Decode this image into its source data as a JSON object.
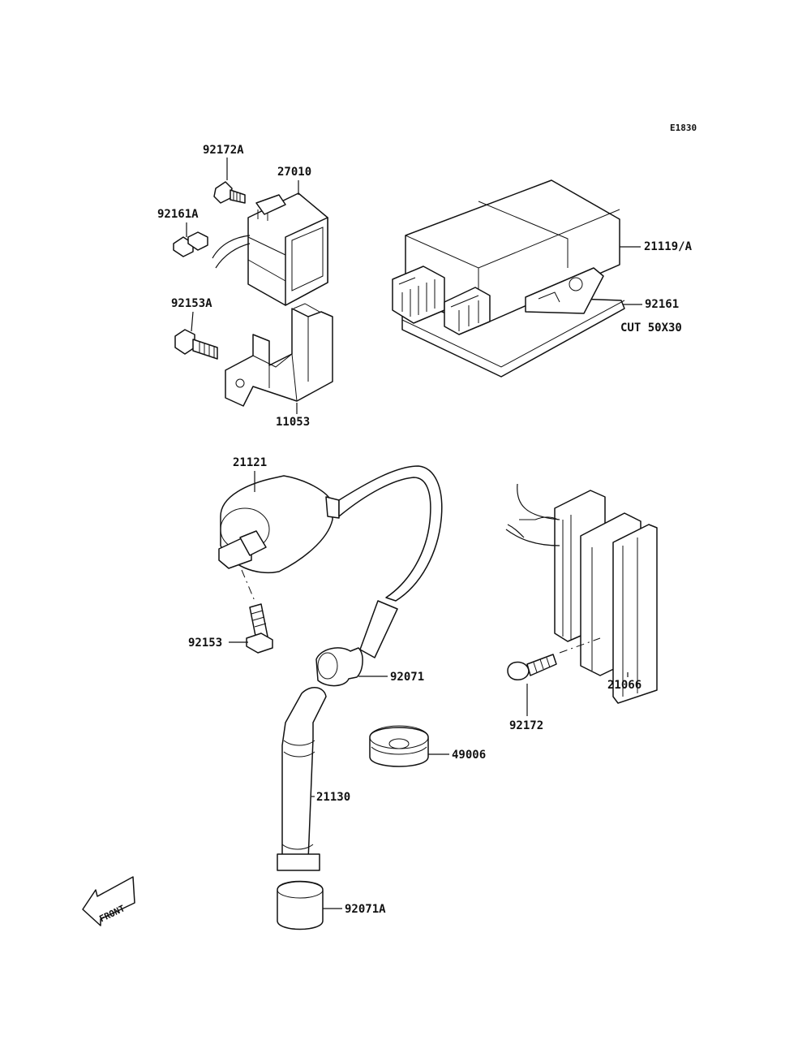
{
  "diagram_code": "E1830",
  "front_label": "FRONT",
  "labels": {
    "p92172A": "92172A",
    "p27010": "27010",
    "p92161A": "92161A",
    "p92153A": "92153A",
    "p11053": "11053",
    "p21119A": "21119/A",
    "p92161": "92161",
    "cut_note": "CUT 50X30",
    "p21121": "21121",
    "p92153": "92153",
    "p92071": "92071",
    "p21066": "21066",
    "p92172": "92172",
    "p49006": "49006",
    "p21130": "21130",
    "p92071A": "92071A"
  }
}
